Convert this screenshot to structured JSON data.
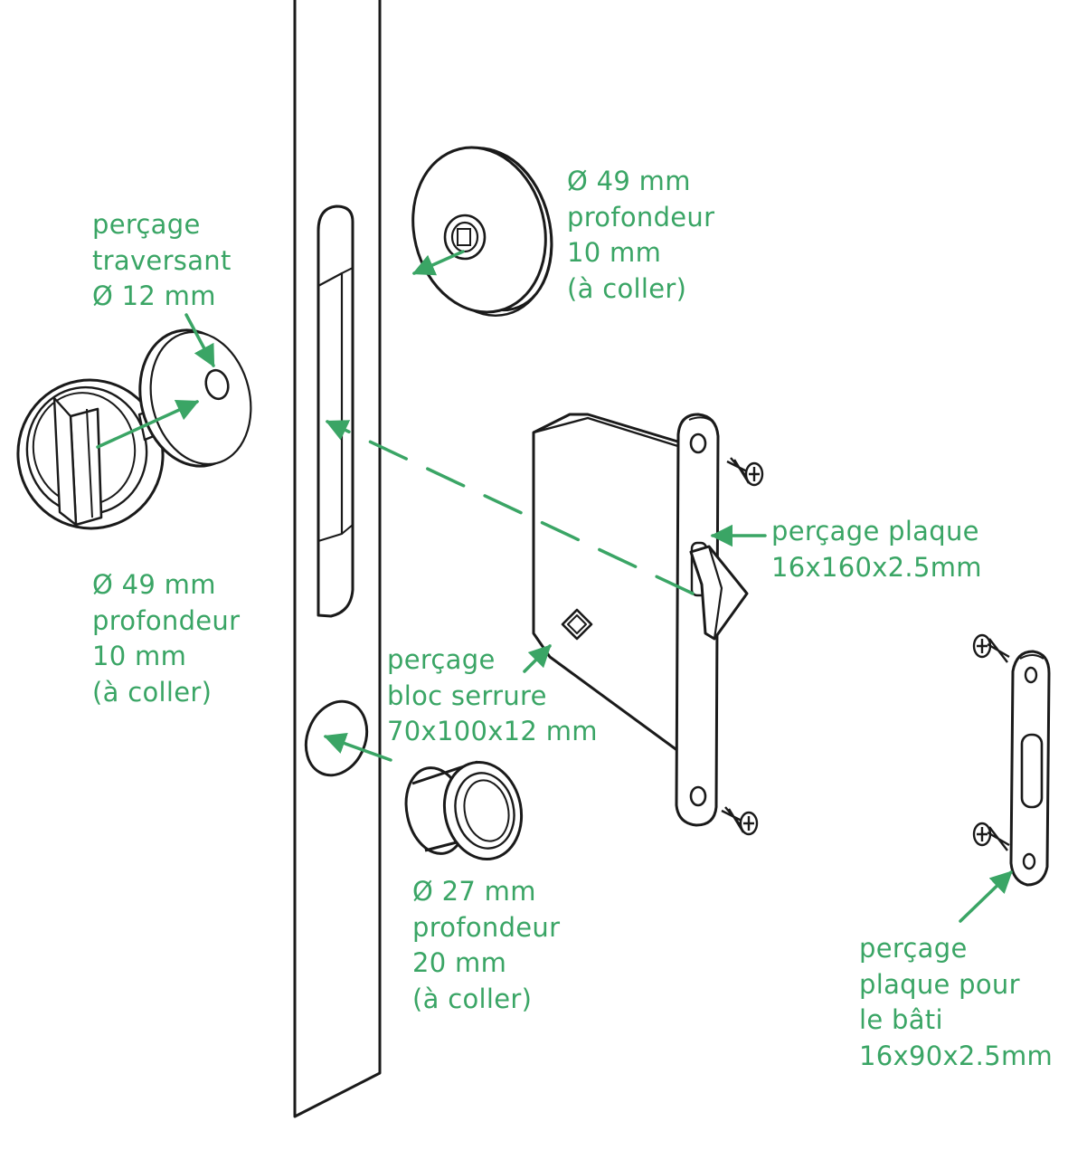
{
  "colors": {
    "line": "#1a1a1a",
    "annotation": "#3aa565",
    "background": "#ffffff"
  },
  "labels": {
    "traversant": [
      "perçage",
      "traversant",
      "Ø 12 mm"
    ],
    "rosace_left": [
      "Ø 49 mm",
      "profondeur",
      "10 mm",
      "(à coller)"
    ],
    "rosace_right": [
      "Ø 49 mm",
      "profondeur",
      "10 mm",
      "(à coller)"
    ],
    "bloc_serrure": [
      "perçage",
      "bloc serrure",
      "70x100x12 mm"
    ],
    "plaque": [
      "perçage plaque",
      "16x160x2.5mm"
    ],
    "douille": [
      "Ø 27 mm",
      "profondeur",
      "20 mm",
      "(à coller)"
    ],
    "plaque_bati": [
      "perçage",
      "plaque pour",
      "le bâti",
      "16x90x2.5mm"
    ]
  }
}
